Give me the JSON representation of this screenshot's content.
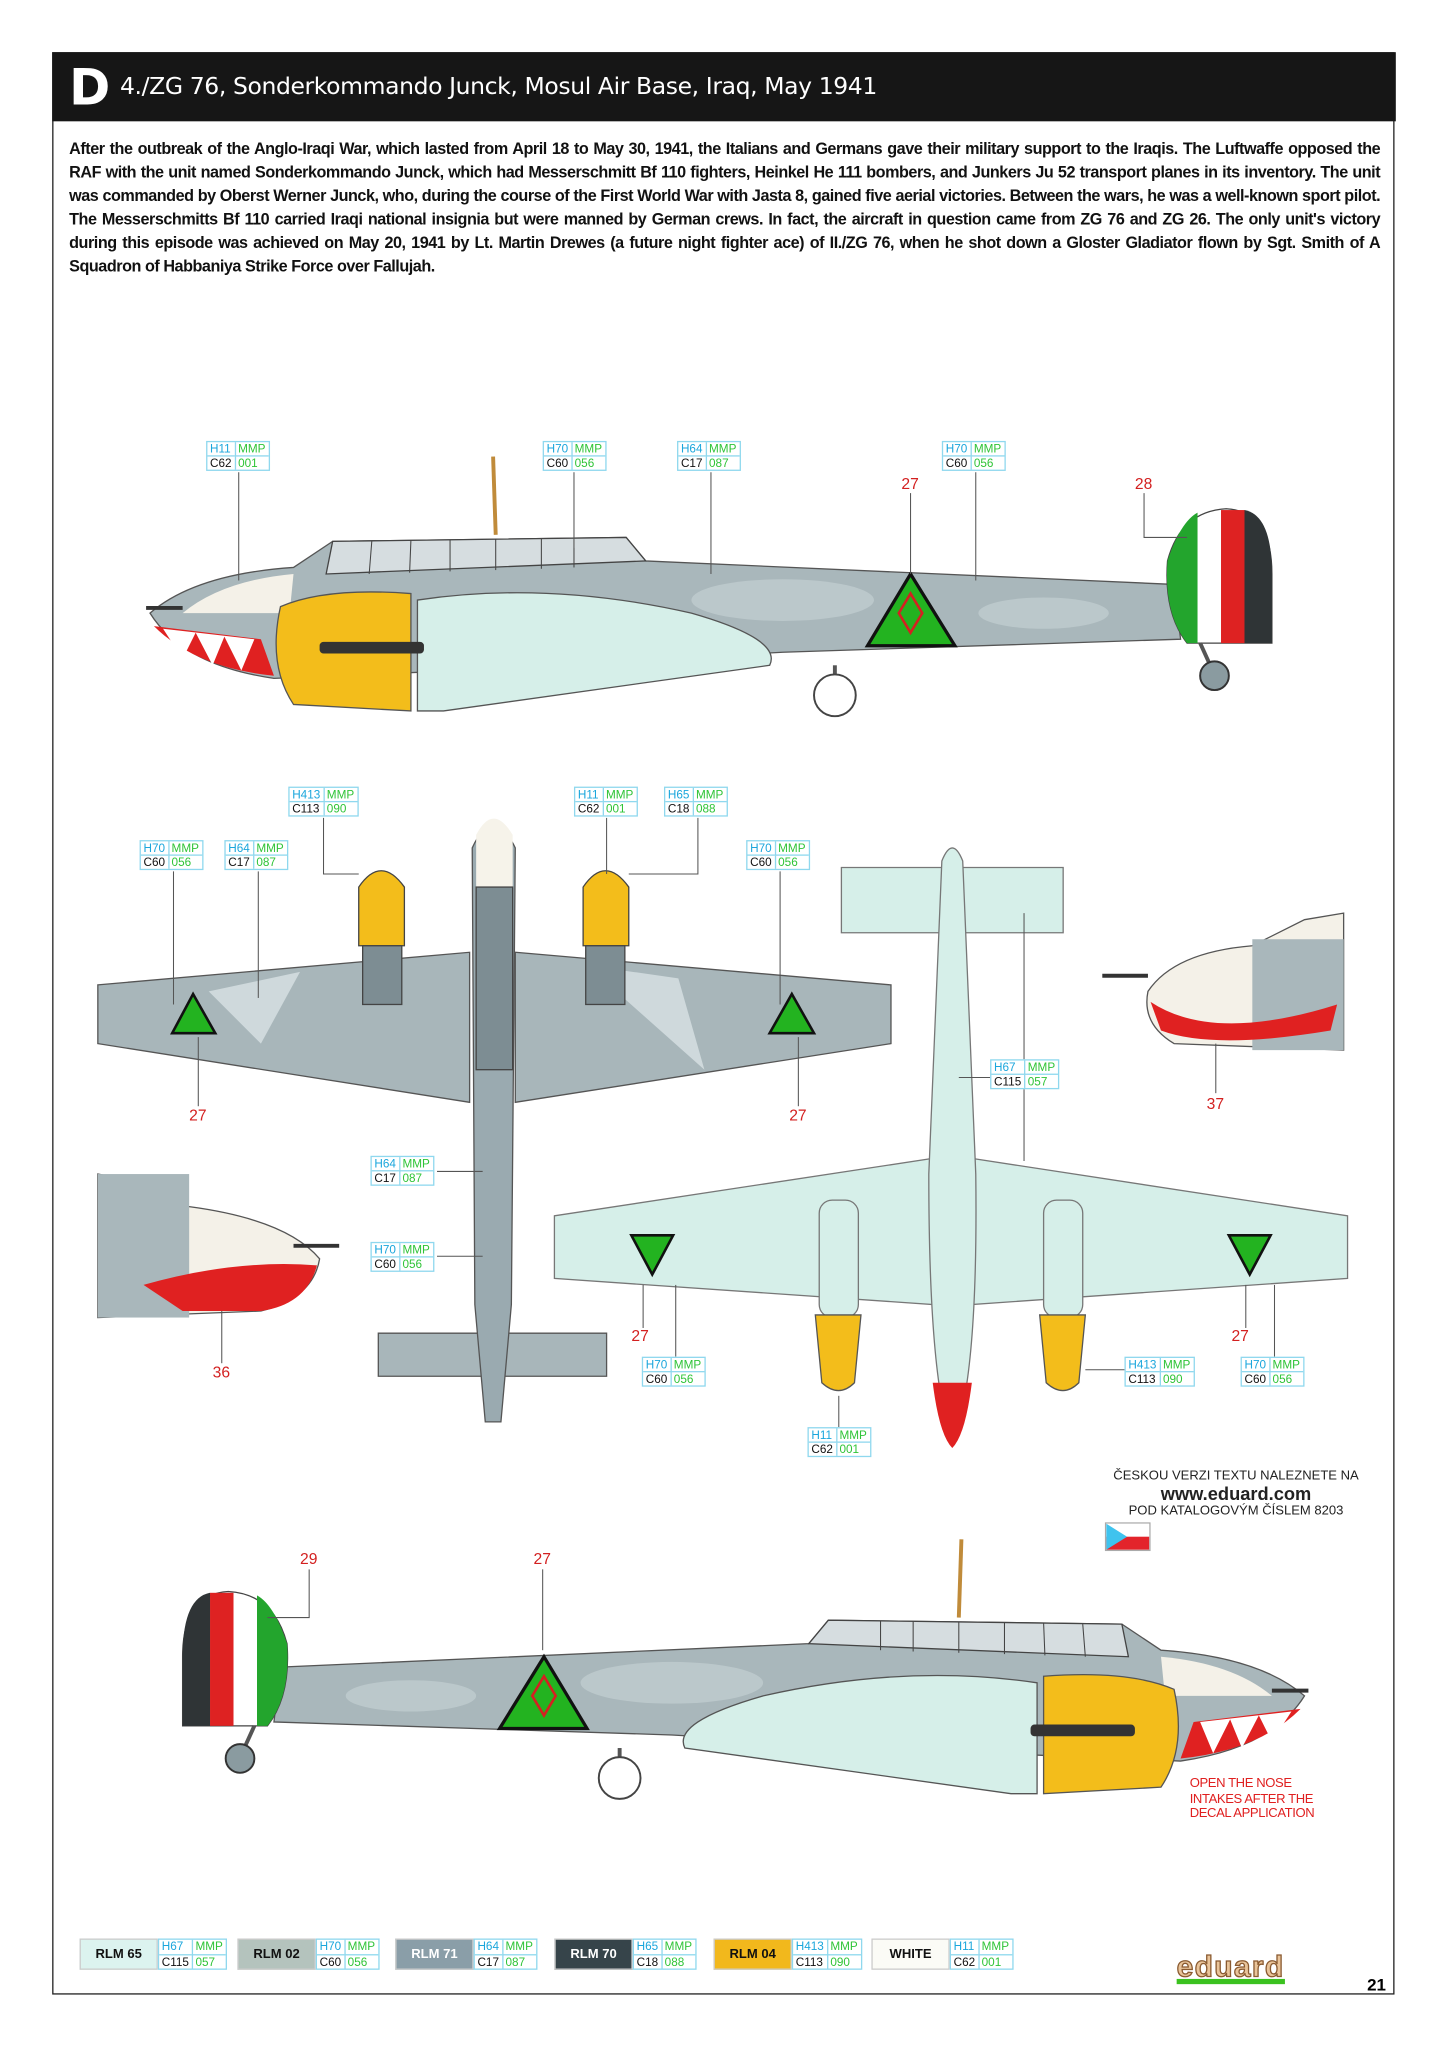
{
  "header": {
    "letter": "D",
    "title": "4./ZG 76, Sonderkommando Junck, Mosul Air Base, Iraq, May 1941"
  },
  "description": "After the outbreak of the Anglo-Iraqi War, which lasted from April 18 to May 30, 1941, the Italians and Germans gave their military support to the Iraqis. The Luftwaffe opposed the RAF with the unit named Sonderkommando Junck, which had Messerschmitt Bf 110 fighters, Heinkel He 111 bombers, and Junkers Ju 52 transport planes in its inventory. The unit was commanded by Oberst Werner Junck, who, during the course of the First World War with Jasta 8, gained five aerial victories. Between the wars, he was a well-known sport pilot. The Messerschmitts Bf 110 carried Iraqi national insignia but were manned by German crews. In fact, the aircraft in question came from ZG 76 and ZG 26. The only unit's victory during this episode was achieved on May 20, 1941 by Lt. Martin Drewes (a future night fighter ace) of II./ZG 76, when he shot down a Gloster Gladiator flown by Sgt. Smith of A Squadron of Habbaniya Strike Force over Fallujah.",
  "callouts": [
    {
      "h": "H11",
      "m": "MMP",
      "c": "C62",
      "n": "001"
    },
    {
      "h": "H70",
      "m": "MMP",
      "c": "C60",
      "n": "056"
    },
    {
      "h": "H64",
      "m": "MMP",
      "c": "C17",
      "n": "087"
    },
    {
      "h": "H70",
      "m": "MMP",
      "c": "C60",
      "n": "056"
    },
    {
      "h": "H413",
      "m": "MMP",
      "c": "C113",
      "n": "090"
    },
    {
      "h": "H11",
      "m": "MMP",
      "c": "C62",
      "n": "001"
    },
    {
      "h": "H65",
      "m": "MMP",
      "c": "C18",
      "n": "088"
    },
    {
      "h": "H70",
      "m": "MMP",
      "c": "C60",
      "n": "056"
    },
    {
      "h": "H64",
      "m": "MMP",
      "c": "C17",
      "n": "087"
    },
    {
      "h": "H70",
      "m": "MMP",
      "c": "C60",
      "n": "056"
    },
    {
      "h": "H64",
      "m": "MMP",
      "c": "C17",
      "n": "087"
    },
    {
      "h": "H70",
      "m": "MMP",
      "c": "C60",
      "n": "056"
    },
    {
      "h": "H67",
      "m": "MMP",
      "c": "C115",
      "n": "057"
    },
    {
      "h": "H70",
      "m": "MMP",
      "c": "C60",
      "n": "056"
    },
    {
      "h": "H413",
      "m": "MMP",
      "c": "C113",
      "n": "090"
    },
    {
      "h": "H70",
      "m": "MMP",
      "c": "C60",
      "n": "056"
    },
    {
      "h": "H11",
      "m": "MMP",
      "c": "C62",
      "n": "001"
    }
  ],
  "decal_numbers": [
    "27",
    "28",
    "27",
    "27",
    "37",
    "27",
    "27",
    "36",
    "29",
    "27"
  ],
  "czech_note": {
    "line1": "ČESKOU VERZI TEXTU NALEZNETE NA",
    "url": "www.eduard.com",
    "line2": "POD KATALOGOVÝM ČÍSLEM 8203"
  },
  "nose_note": [
    "OPEN THE NOSE",
    "INTAKES AFTER THE",
    "DECAL APPLICATION"
  ],
  "legend": [
    {
      "name": "RLM 65",
      "color": "#dcf3ef",
      "text": "#111",
      "h": "H67",
      "m": "MMP",
      "c": "C115",
      "n": "057"
    },
    {
      "name": "RLM 02",
      "color": "#b4c3bd",
      "text": "#111",
      "h": "H70",
      "m": "MMP",
      "c": "C60",
      "n": "056"
    },
    {
      "name": "RLM 71",
      "color": "#8a9ea8",
      "text": "#fff",
      "h": "H64",
      "m": "MMP",
      "c": "C17",
      "n": "087"
    },
    {
      "name": "RLM 70",
      "color": "#36444a",
      "text": "#fff",
      "h": "H65",
      "m": "MMP",
      "c": "C18",
      "n": "088"
    },
    {
      "name": "RLM 04",
      "color": "#f2b81c",
      "text": "#111",
      "h": "H413",
      "m": "MMP",
      "c": "C113",
      "n": "090"
    },
    {
      "name": "WHITE",
      "color": "#fbfbf6",
      "text": "#111",
      "h": "H11",
      "m": "MMP",
      "c": "C62",
      "n": "001"
    }
  ],
  "logo": "eduard",
  "page_number": "21"
}
